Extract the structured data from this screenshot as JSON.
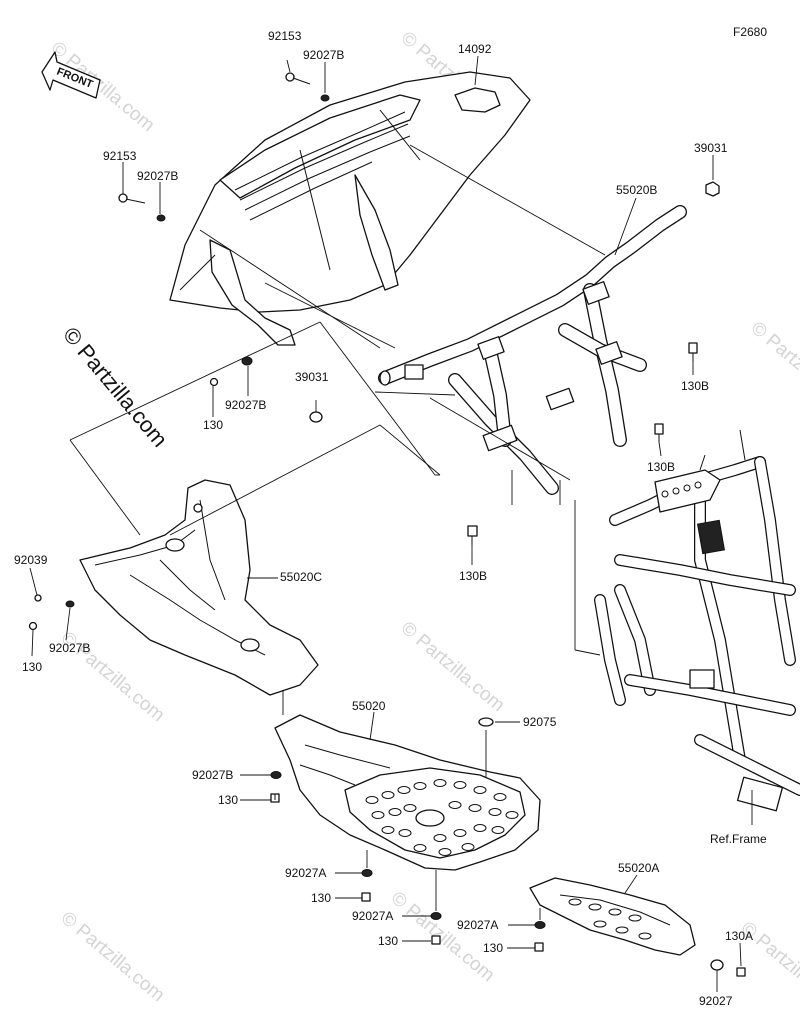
{
  "diagram_code": "F2680",
  "front_label": "FRONT",
  "watermark": "© Partzilla.com",
  "ref_frame_label": "Ref.Frame",
  "labels": {
    "p92153_top": "92153",
    "p92027B_top": "92027B",
    "p14092": "14092",
    "p92153_left": "92153",
    "p92027B_left": "92027B",
    "p39031_right": "39031",
    "p55020B": "55020B",
    "p39031_mid": "39031",
    "p92027B_mid": "92027B",
    "p130_mid": "130",
    "p130B_1": "130B",
    "p130B_2": "130B",
    "p130B_3": "130B",
    "p92039": "92039",
    "p55020C": "55020C",
    "p92027B_low": "92027B",
    "p130_low": "130",
    "p55020": "55020",
    "p92075": "92075",
    "p92027B_plate": "92027B",
    "p130_plate": "130",
    "p92027A_1": "92027A",
    "p130_1": "130",
    "p92027A_2": "92027A",
    "p130_2": "130",
    "p55020A": "55020A",
    "p92027A_3": "92027A",
    "p130_3": "130",
    "p130A": "130A",
    "p92027": "92027"
  }
}
